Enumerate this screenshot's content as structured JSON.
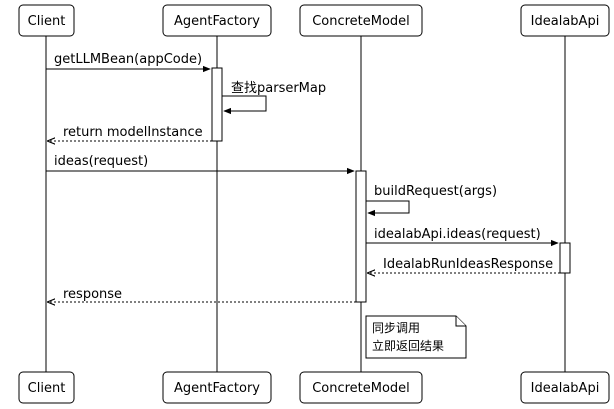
{
  "diagram": {
    "participants": [
      {
        "id": "client",
        "label": "Client"
      },
      {
        "id": "agentfactory",
        "label": "AgentFactory"
      },
      {
        "id": "concretemodel",
        "label": "ConcreteModel"
      },
      {
        "id": "idealabapi",
        "label": "IdealabApi"
      }
    ],
    "messages": [
      {
        "from": "client",
        "to": "agentfactory",
        "label": "getLLMBean(appCode)",
        "style": "sync"
      },
      {
        "from": "agentfactory",
        "to": "agentfactory",
        "label": "查找parserMap",
        "style": "self"
      },
      {
        "from": "agentfactory",
        "to": "client",
        "label": "return modelInstance",
        "style": "return"
      },
      {
        "from": "client",
        "to": "concretemodel",
        "label": "ideas(request)",
        "style": "sync"
      },
      {
        "from": "concretemodel",
        "to": "concretemodel",
        "label": "buildRequest(args)",
        "style": "self"
      },
      {
        "from": "concretemodel",
        "to": "idealabapi",
        "label": "idealabApi.ideas(request)",
        "style": "sync"
      },
      {
        "from": "idealabapi",
        "to": "concretemodel",
        "label": "IdealabRunIdeasResponse",
        "style": "return"
      },
      {
        "from": "concretemodel",
        "to": "client",
        "label": "response",
        "style": "return"
      }
    ],
    "note": {
      "lines": [
        "同步调用",
        "立即返回结果"
      ]
    }
  }
}
